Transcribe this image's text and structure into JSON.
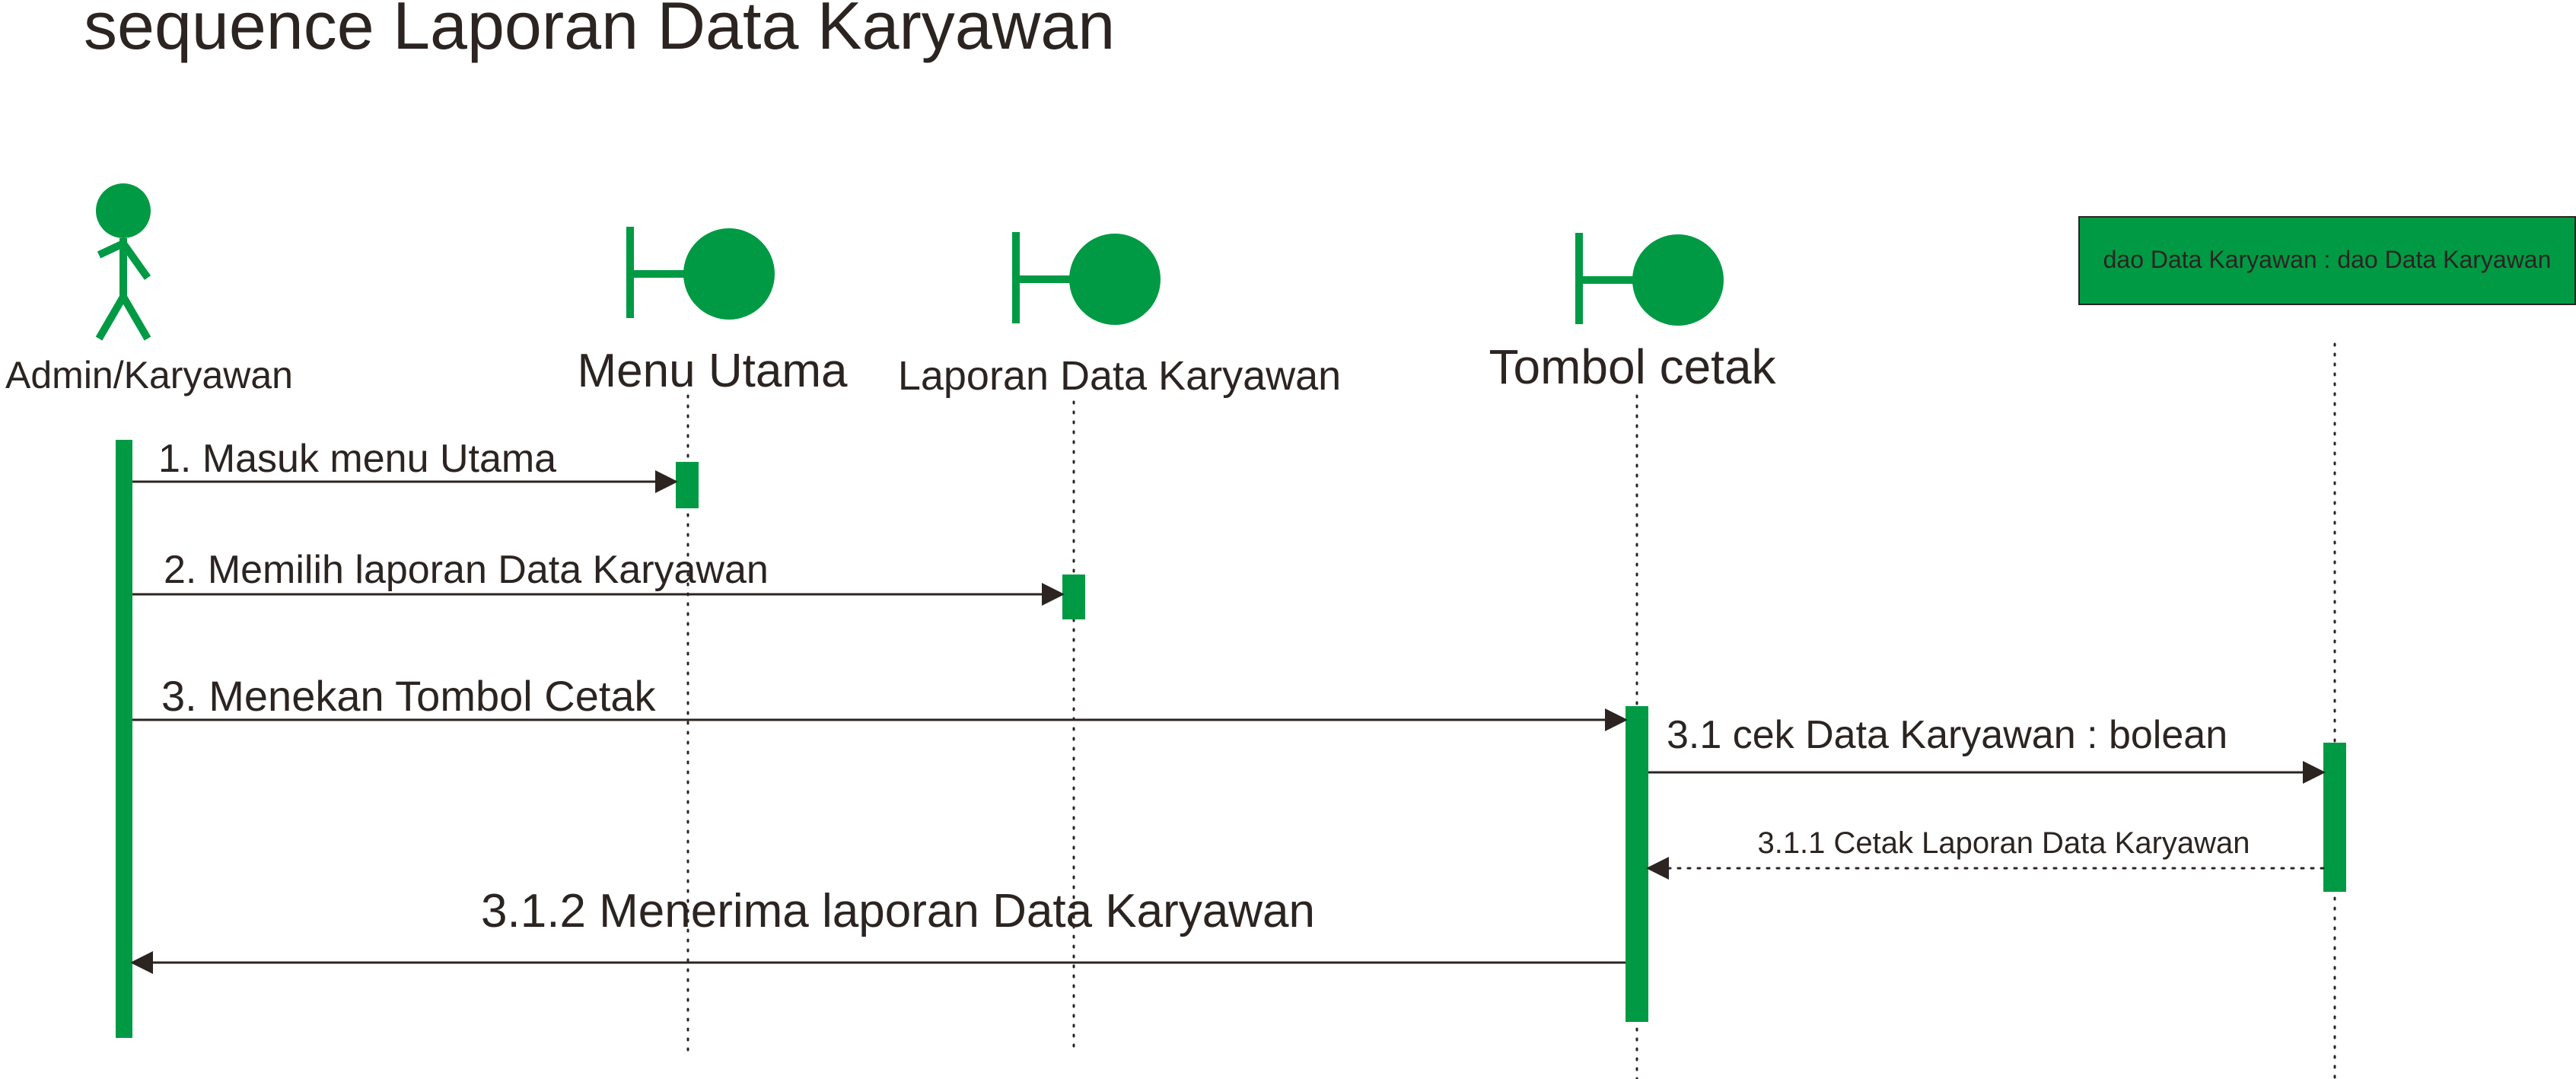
{
  "title": "sequence Laporan Data Karyawan",
  "colors": {
    "accent": "#009a44",
    "text": "#2b2421",
    "line": "#2b2421",
    "background": "#ffffff"
  },
  "lifelines": [
    {
      "id": "admin",
      "type": "actor",
      "icon": "actor-icon",
      "label": "Admin/Karyawan"
    },
    {
      "id": "menu",
      "type": "boundary",
      "icon": "boundary-icon",
      "label": "Menu Utama"
    },
    {
      "id": "laporan",
      "type": "boundary",
      "icon": "boundary-icon",
      "label": "Laporan Data Karyawan"
    },
    {
      "id": "tombol",
      "type": "boundary",
      "icon": "boundary-icon",
      "label": "Tombol cetak"
    },
    {
      "id": "dao",
      "type": "object",
      "icon": "",
      "label": "dao Data Karyawan : dao Data Karyawan"
    }
  ],
  "messages": [
    {
      "from": "admin",
      "to": "menu",
      "label": "1. Masuk menu Utama",
      "style": "solid"
    },
    {
      "from": "admin",
      "to": "laporan",
      "label": "2. Memilih laporan Data Karyawan",
      "style": "solid"
    },
    {
      "from": "admin",
      "to": "tombol",
      "label": "3. Menekan Tombol Cetak",
      "style": "solid"
    },
    {
      "from": "tombol",
      "to": "dao",
      "label": "3.1 cek Data Karyawan : bolean",
      "style": "solid"
    },
    {
      "from": "dao",
      "to": "tombol",
      "label": "3.1.1 Cetak Laporan Data Karyawan",
      "style": "dashed"
    },
    {
      "from": "tombol",
      "to": "admin",
      "label": "3.1.2 Menerima laporan Data Karyawan",
      "style": "solid"
    }
  ]
}
